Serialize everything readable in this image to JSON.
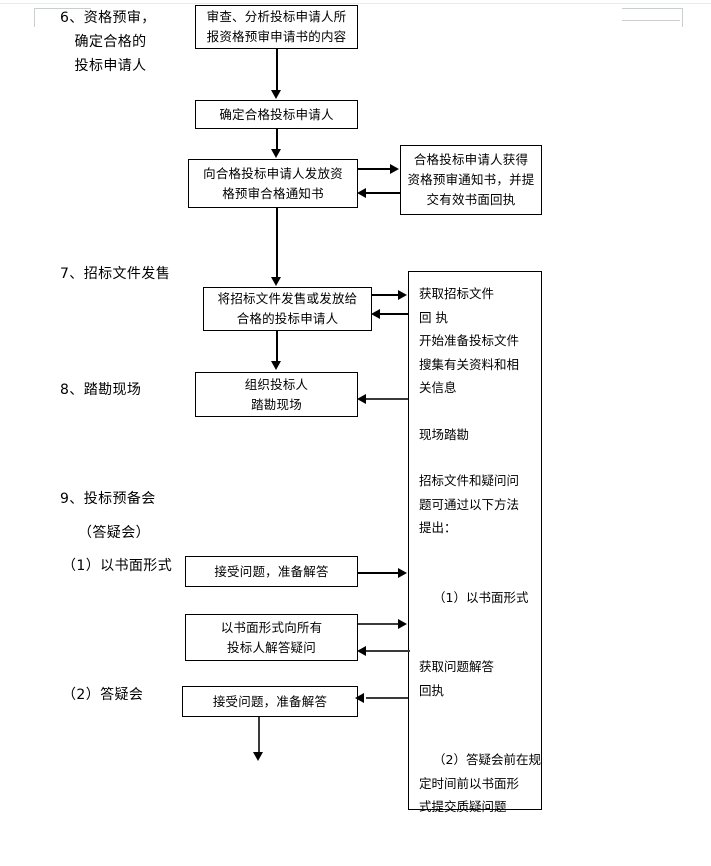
{
  "document": {
    "type": "flowchart",
    "title": "招标投标流程图（6-9）"
  },
  "outline_labels": [
    {
      "id": "step6",
      "text": "6、资格预审，\n   确定合格的\n   投标申请人"
    },
    {
      "id": "step7",
      "text": "7、招标文件发售"
    },
    {
      "id": "step8",
      "text": "8、踏勘现场"
    },
    {
      "id": "step9",
      "text": "9、投标预备会"
    },
    {
      "id": "step9sub",
      "text": "（答疑会）"
    },
    {
      "id": "step9_1",
      "text": "（1）以书面形式"
    },
    {
      "id": "step9_2",
      "text": "（2）答疑会"
    }
  ],
  "boxes": {
    "review_application": {
      "lines": [
        "审查、分析投标申请人所",
        "报资格预审申请书的内容"
      ]
    },
    "confirm_qualified": {
      "lines": [
        "确定合格投标申请人"
      ]
    },
    "issue_notice": {
      "lines": [
        "向合格投标申请人发放资",
        "格预审合格通知书"
      ]
    },
    "applicant_receipt": {
      "lines": [
        "合格投标申请人获得",
        "资格预审通知书，并提",
        "交有效书面回执"
      ]
    },
    "sell_documents": {
      "lines": [
        "将招标文件发售或发放给",
        "合格的投标申请人"
      ]
    },
    "organize_survey": {
      "lines": [
        "组织投标人",
        "踏勘现场"
      ]
    },
    "accept_questions_1": {
      "lines": [
        "接受问题，准备解答"
      ]
    },
    "written_answer_all": {
      "lines": [
        "以书面形式向所有",
        "投标人解答疑问"
      ]
    },
    "accept_questions_2": {
      "lines": [
        "接受问题，准备解答"
      ]
    }
  },
  "right_panel": {
    "blocks": [
      {
        "type": "line",
        "text": "获取招标文件"
      },
      {
        "type": "line",
        "text": "回 执"
      },
      {
        "type": "line",
        "text": "开始准备投标文件"
      },
      {
        "type": "line",
        "text": "搜集有关资料和相"
      },
      {
        "type": "line",
        "text": "关信息"
      },
      {
        "type": "gap"
      },
      {
        "type": "line",
        "text": "现场踏勘"
      },
      {
        "type": "gap"
      },
      {
        "type": "line",
        "text": "招标文件和疑问问"
      },
      {
        "type": "line",
        "text": "题可通过以下方法"
      },
      {
        "type": "line",
        "text": "提出："
      },
      {
        "type": "gap"
      },
      {
        "type": "gap"
      },
      {
        "type": "line",
        "text": "（1）以书面形式",
        "indent": true
      },
      {
        "type": "gap"
      },
      {
        "type": "gap"
      },
      {
        "type": "line",
        "text": "获取问题解答"
      },
      {
        "type": "line",
        "text": "     回执"
      },
      {
        "type": "gap"
      },
      {
        "type": "gap"
      },
      {
        "type": "line",
        "text": "（2）答疑会前在规",
        "indent": true
      },
      {
        "type": "line",
        "text": "定时间前以书面形"
      },
      {
        "type": "line",
        "text": "式提交质疑问题"
      }
    ]
  },
  "colors": {
    "line": "#000000",
    "background": "#ffffff",
    "margin_mark": "#c9cfcb"
  }
}
